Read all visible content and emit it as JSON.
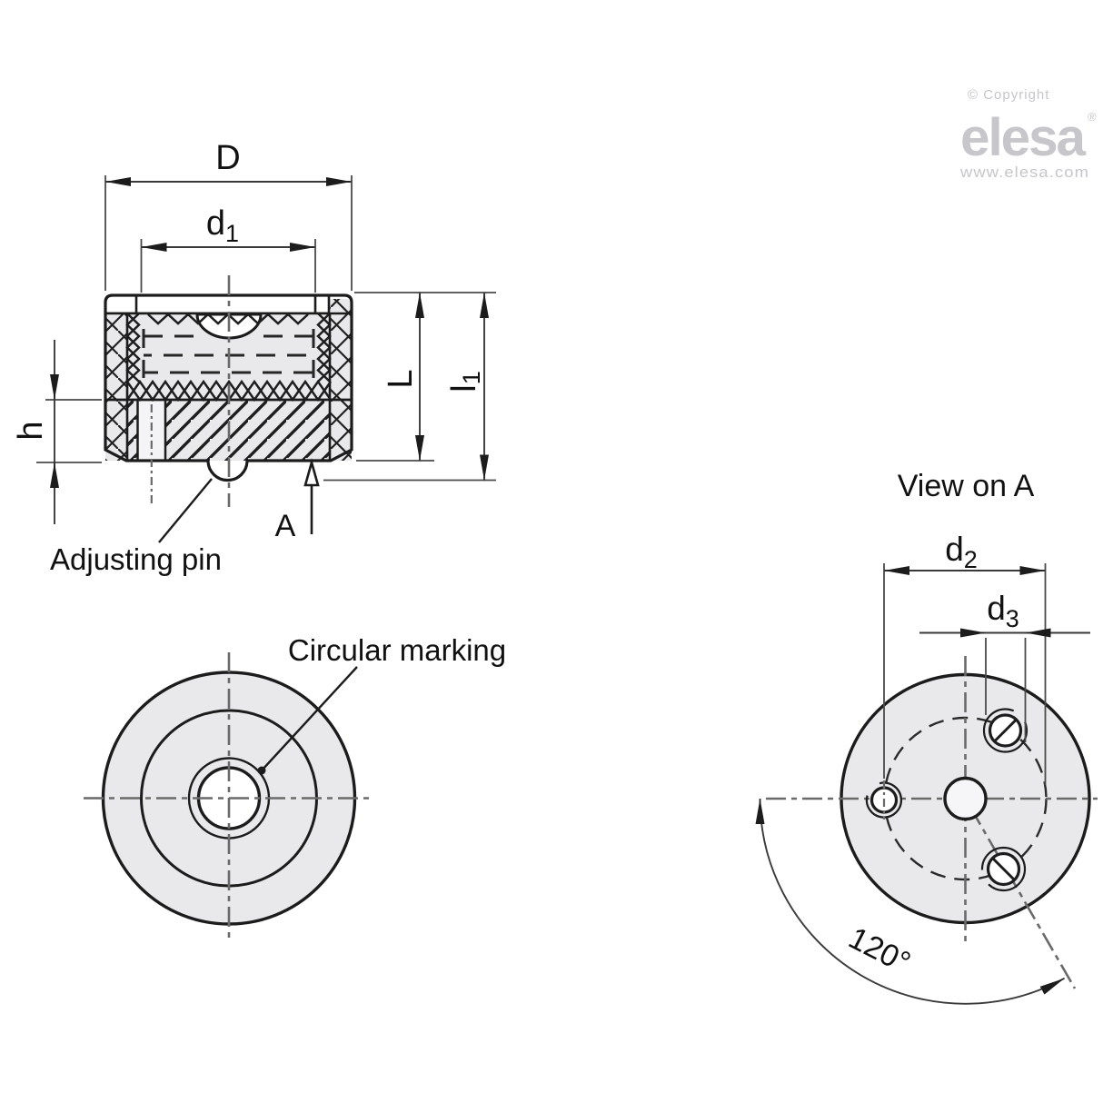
{
  "colors": {
    "line": "#1c1c1c",
    "dimension_line": "#3a3a3a",
    "part_fill_gray": "#e9e9eb",
    "centerline_gray": "#6a6a6a",
    "brand_gray": "#c6c6cb",
    "background": "#ffffff"
  },
  "section_view": {
    "dim_outer_diameter": "D",
    "dim_insert_diameter": {
      "base": "d",
      "sub": "1"
    },
    "dim_height": "L",
    "dim_total_height": {
      "base": "l",
      "sub": "1"
    },
    "dim_boss_height": "h",
    "view_arrow_label": "A",
    "adjusting_pin_label": "Adjusting pin"
  },
  "front_view": {
    "circular_marking_label": "Circular marking"
  },
  "view_on_a": {
    "title": "View on A",
    "dim_bolt_circle": {
      "base": "d",
      "sub": "2"
    },
    "dim_hole_diameter": {
      "base": "d",
      "sub": "3"
    },
    "angle_label": "120°"
  },
  "branding": {
    "copyright": "© Copyright",
    "logo_text": "elesa",
    "registered_mark": "®",
    "website": "www.elesa.com"
  }
}
